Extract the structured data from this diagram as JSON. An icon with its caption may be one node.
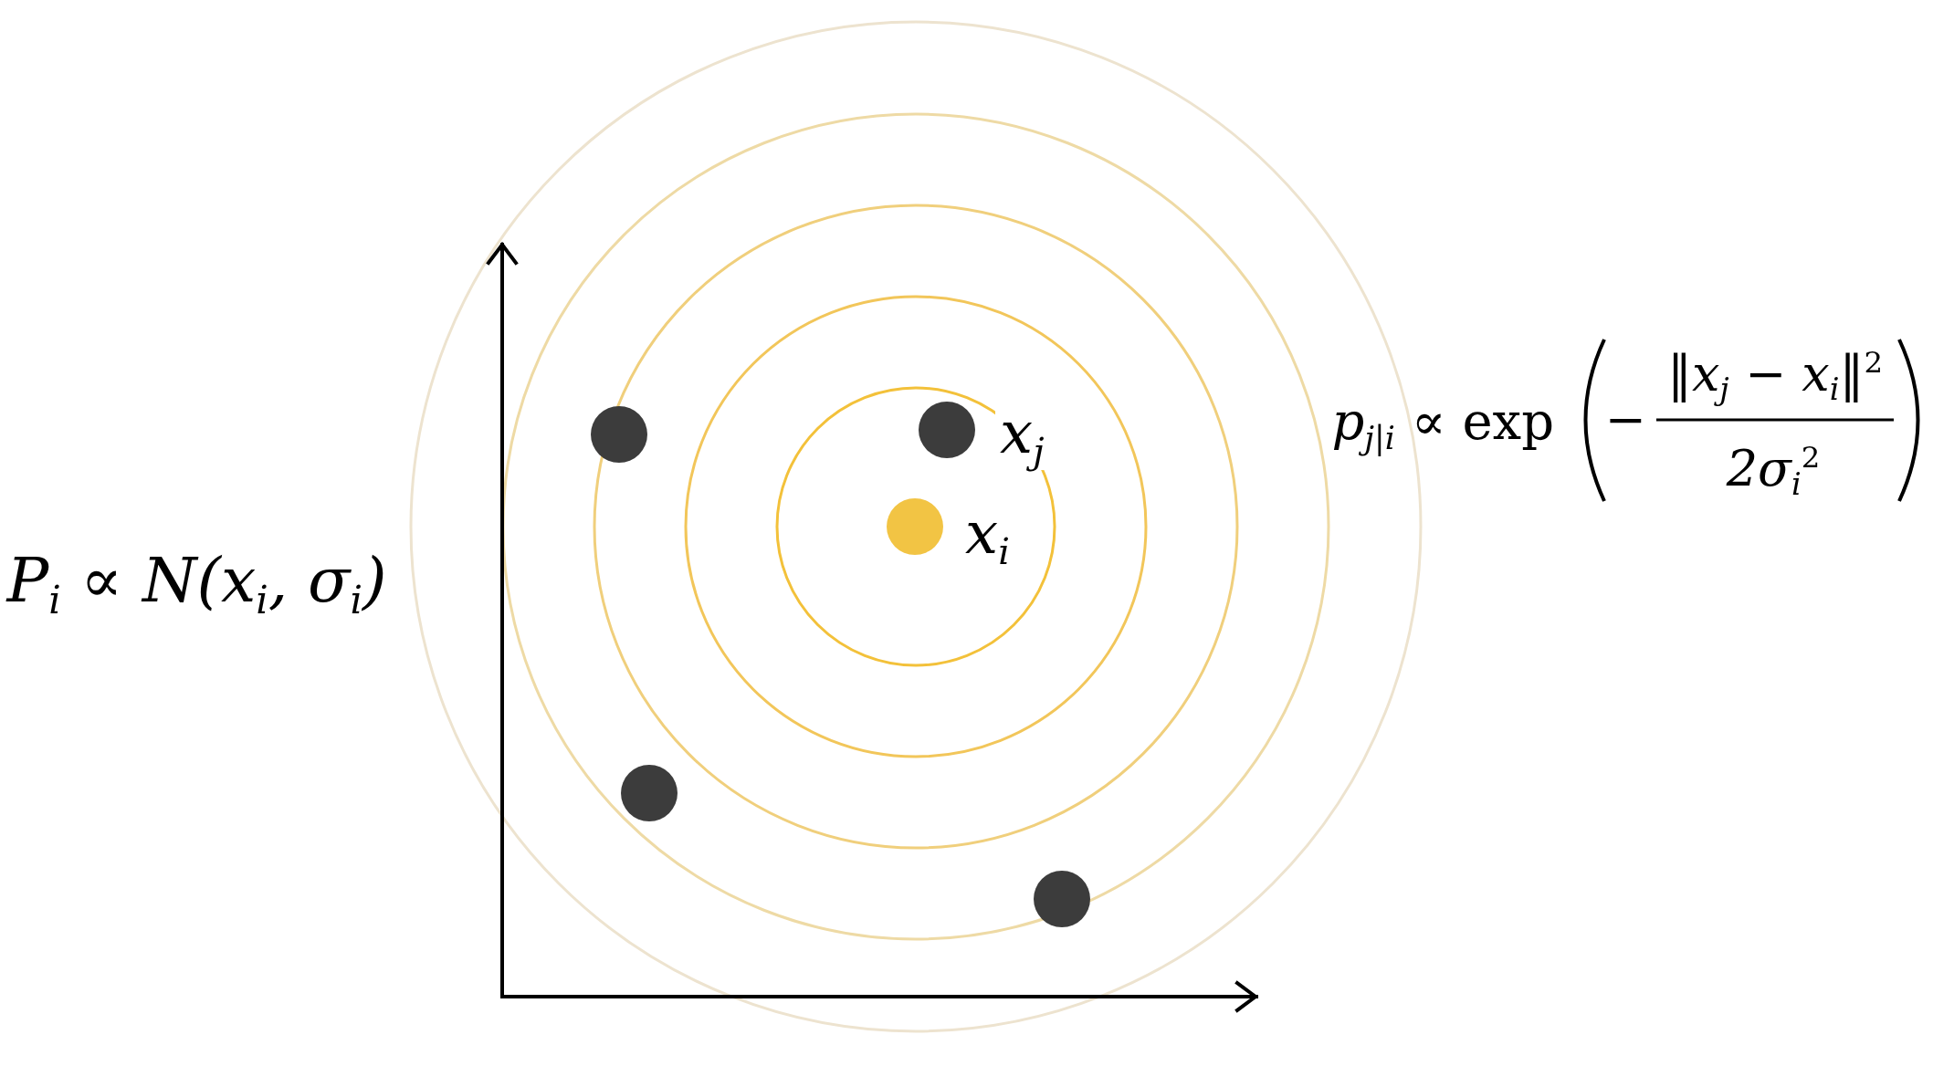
{
  "diagram": {
    "nodes": [
      {
        "text": [],
        "shape": "circle"
      },
      {
        "text": [],
        "shape": "circle",
        "beside": [
          "x$_{j}$"
        ]
      },
      {
        "text": [],
        "shape": "circle",
        "beside": [
          "x$_{i}$"
        ]
      },
      {
        "text": [],
        "shape": "circle"
      },
      {
        "text": [],
        "shape": "circle"
      }
    ],
    "edges": [],
    "labels": [
      "*p*$_{j|i}$ ∝ exp",
      "−",
      "‖x$_{j}$ − x$_{i}$‖$^{2}$",
      "2σ$_{i}$$^{2}$",
      "P$_{i}$ ∝ N(x$_{i}$, σ$_{i}$)"
    ]
  }
}
